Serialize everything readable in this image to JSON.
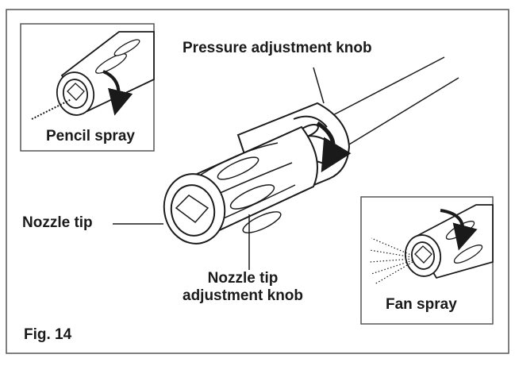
{
  "labels": {
    "pressure_knob": "Pressure adjustment knob",
    "nozzle_tip": "Nozzle tip",
    "nozzle_adjust_line1": "Nozzle tip",
    "nozzle_adjust_line2": "adjustment knob",
    "pencil_spray": "Pencil spray",
    "fan_spray": "Fan spray",
    "figure": "Fig. 14"
  },
  "colors": {
    "ink": "#1a1a1a",
    "frame": "#555555",
    "background": "#ffffff"
  }
}
